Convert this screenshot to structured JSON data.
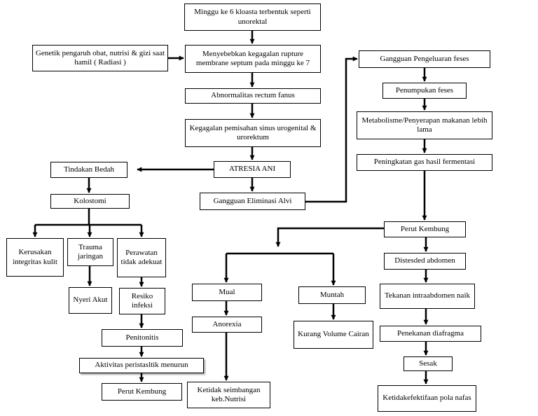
{
  "nodes": {
    "minggu6": "Minggu ke 6 kloasta terbentuk seperti unorektal",
    "genetik": "Genetik pengaruh obat, nutrisi & gizi saat hamil ( Radiasi )",
    "menyebabkan": "Menyebebkan kegagalan rupture membrane septum pada minggu ke 7",
    "abnormalitas": "Abnormalitas rectum fanus",
    "kegagalan": "Kegagalan pemisahan sinus urogenital & urorektum",
    "atresia": "ATRESIA ANI",
    "tindakan": "Tindakan Bedah",
    "gangguan_eliminasi": "Gangguan Eliminasi Alvi",
    "kolostomi": "Kolostomi",
    "kerusakan": "Kerusakan integritas kulit",
    "trauma": "Trauma jaringan",
    "perawatan": "Perawatan tidak adekuat",
    "nyeri": "Nyeri Akut",
    "resiko": "Resiko infeksi",
    "penitonitis": "Penitonitis",
    "aktivitas": "Aktivitas peristasltik menurun",
    "perut_kembung_left": "Perut Kembung",
    "gangguan_pengeluaran": "Gangguan Pengeluaran feses",
    "penumpukan": "Penumpukan feses",
    "metabolisme": "Metabolisme/Penyerapan makanan lebih lama",
    "peningkatan": "Peningkatan gas hasil fermentasi",
    "perut_kembung_right": "Perut Kembung",
    "distesded": "Distesded abdomen",
    "tekanan": "Tekanan intraabdomen naik",
    "penekanan": "Penekanan diafragma",
    "sesak": "Sesak",
    "ketidakefektifan": "Ketidakefektifaan pola nafas",
    "mual": "Mual",
    "anorexia": "Anorexia",
    "ketidak_seimbangan": "Ketidak seimbangan keb.Nutrisi",
    "muntah": "Muntah",
    "kurang_volume": "Kurang Volume Cairan"
  },
  "colors": {
    "line": "#000000",
    "box_border": "#000000",
    "background": "#ffffff"
  }
}
